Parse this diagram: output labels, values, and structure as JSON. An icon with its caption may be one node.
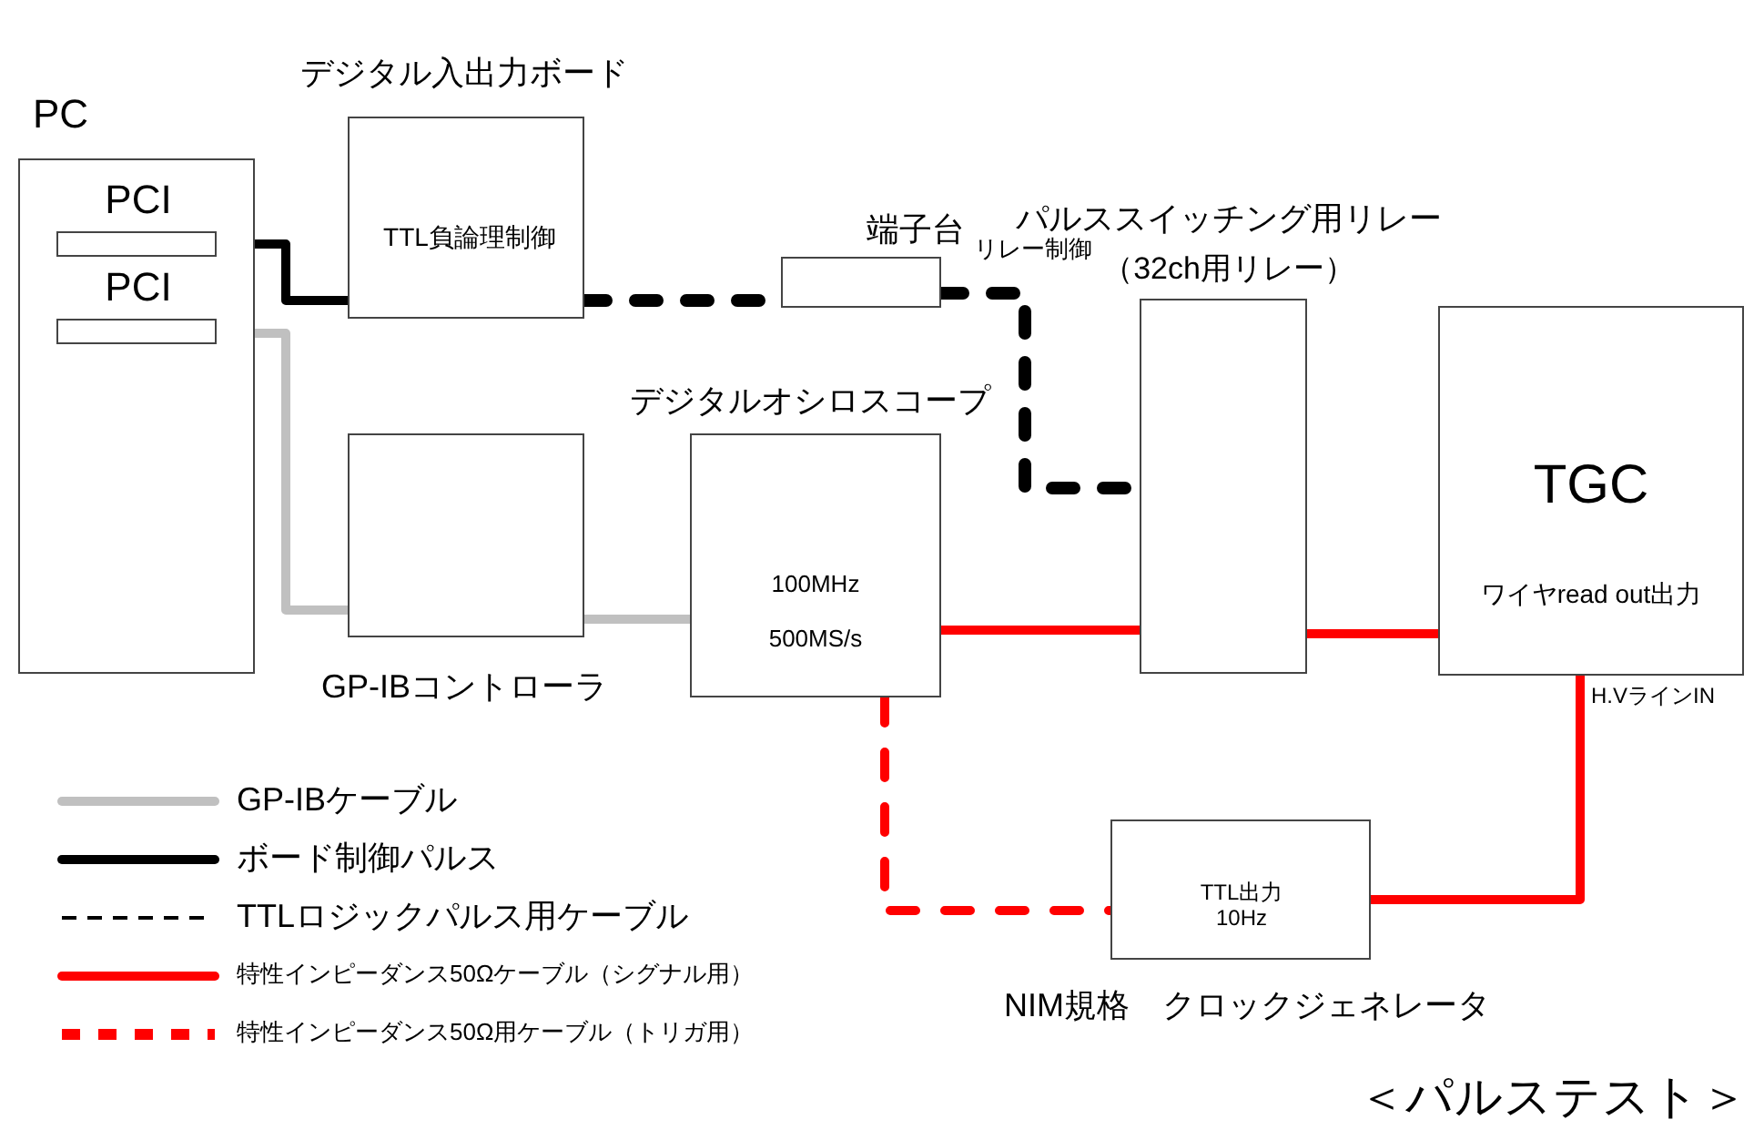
{
  "diagram": {
    "caption": "＜パルステスト＞",
    "nodes": [
      {
        "text": [
          "PC"
        ]
      },
      {
        "text": [
          "PCI"
        ],
        "in": 0
      },
      {
        "text": [
          "PCI"
        ],
        "in": 0
      },
      {
        "text": [
          "デジタル入出力ボード",
          "TTL負論理制御"
        ]
      },
      {
        "text": [
          "端子台"
        ],
        "beside": [
          "リレー制御"
        ]
      },
      {
        "text": [
          "GP-IBコントローラ"
        ]
      },
      {
        "text": [
          "デジタルオシロスコープ",
          "100MHz",
          "500MS/s"
        ]
      },
      {
        "text": [
          "パルススイッチング用リレー",
          "（32ch用リレー）"
        ]
      },
      {
        "text": [
          "TGC",
          "ワイヤread out出力"
        ],
        "beside": [
          "H.VラインIN"
        ]
      },
      {
        "text": [
          "TTL出力 10Hz",
          "NIM規格　クロックジェネレータ"
        ]
      }
    ],
    "edges": [
      {
        "from": 1,
        "to": 3,
        "arrow": "none",
        "color": "#000000"
      },
      {
        "from": 2,
        "to": 5,
        "arrow": "none",
        "color": "#c0c0c0"
      },
      {
        "from": 3,
        "to": 4,
        "arrow": "none",
        "style": "dashed",
        "color": "#000000"
      },
      {
        "from": 4,
        "to": 7,
        "arrow": "none",
        "style": "dashed",
        "color": "#000000"
      },
      {
        "from": 5,
        "to": 6,
        "arrow": "none",
        "color": "#c0c0c0"
      },
      {
        "from": 6,
        "to": 7,
        "arrow": "none",
        "color": "#ff0000"
      },
      {
        "from": 7,
        "to": 8,
        "arrow": "none",
        "color": "#ff0000"
      },
      {
        "from": 6,
        "to": 9,
        "arrow": "none",
        "style": "dashed",
        "color": "#ff0000"
      },
      {
        "from": 9,
        "to": 8,
        "arrow": "none",
        "color": "#ff0000"
      }
    ],
    "legend": [
      {
        "text": "GP-IBケーブル"
      },
      {
        "text": "ボード制御パルス"
      },
      {
        "text": "TTLロジックパルス用ケーブル"
      },
      {
        "text": "特性インピーダンス50Ωケーブル（シグナル用）"
      },
      {
        "text": "特性インピーダンス50Ω用ケーブル（トリガ用）"
      }
    ]
  }
}
